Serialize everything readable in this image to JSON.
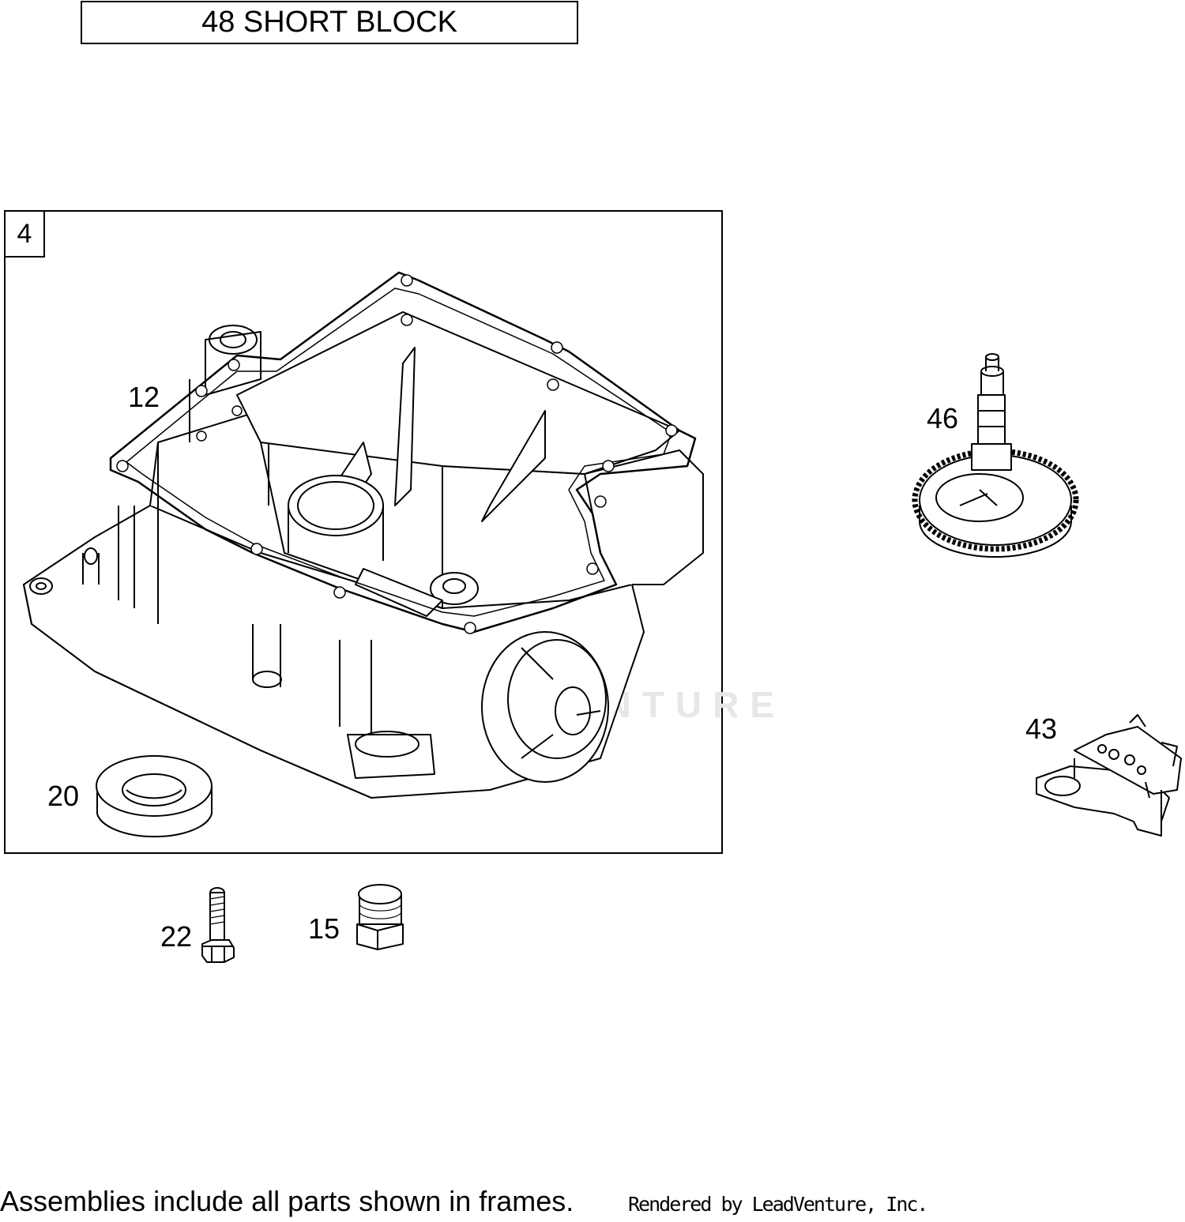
{
  "title": "48 SHORT BLOCK",
  "frame": {
    "tag": "4"
  },
  "callouts": {
    "p12": "12",
    "p20": "20",
    "p22": "22",
    "p15": "15",
    "p46": "46",
    "p43": "43"
  },
  "watermark": "LEADVENTURE",
  "footer": {
    "note": "Assemblies include all parts shown in frames.",
    "credit": "Rendered by LeadVenture, Inc."
  }
}
